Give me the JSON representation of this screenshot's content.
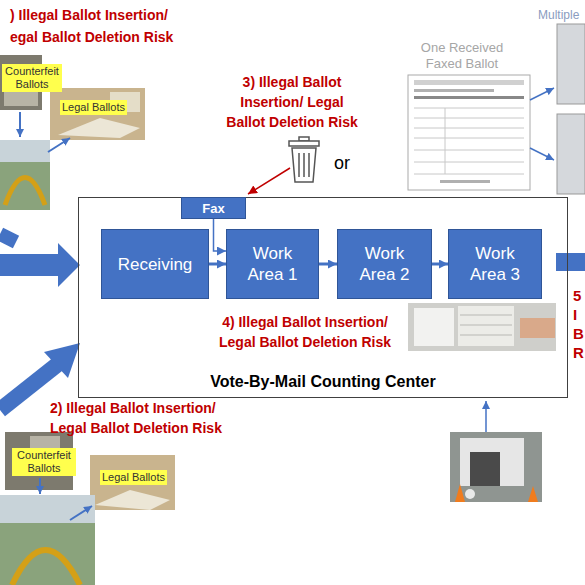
{
  "diagram": {
    "nodes": [
      {
        "text": [
          "Vote-By-Mail Counting Center"
        ]
      },
      {
        "text": [
          "Fax"
        ],
        "in": 0
      },
      {
        "text": [
          "Receiving"
        ],
        "in": 0
      },
      {
        "text": [
          "Work Area 1"
        ],
        "in": 0
      },
      {
        "text": [
          "Work Area 2"
        ],
        "in": 0
      },
      {
        "text": [
          "Work Area 3"
        ],
        "in": 0
      }
    ],
    "edges": [
      {
        "from": 2,
        "to": 3,
        "arrow": "to"
      },
      {
        "from": 3,
        "to": 4,
        "arrow": "to"
      },
      {
        "from": 4,
        "to": 5,
        "arrow": "to"
      },
      {
        "from": 1,
        "to": 3,
        "arrow": "to"
      }
    ],
    "labels": [
      ") Illegal Ballot Insertion/ egal Ballot Deletion Risk",
      "Multiple",
      "3) Illegal Ballot Insertion/ Legal Ballot Deletion Risk",
      "One Received Faxed Ballot",
      "or",
      "Counterfeit Ballots",
      "Legal Ballots",
      "4) Illegal Ballot Insertion/ Legal Ballot Deletion Risk",
      "5 I B R",
      "2) Illegal Ballot Insertion/ Legal Ballot Deletion Risk",
      "Counterfeit Ballots",
      "Legal Ballots"
    ]
  }
}
